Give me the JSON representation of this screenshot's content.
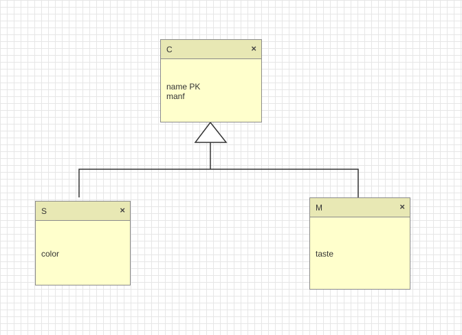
{
  "entities": {
    "c": {
      "name": "C",
      "attributes": [
        "name PK",
        "manf"
      ]
    },
    "s": {
      "name": "S",
      "attributes": [
        "color"
      ]
    },
    "m": {
      "name": "M",
      "attributes": [
        "taste"
      ]
    }
  },
  "icons": {
    "close": "close-icon",
    "close_glyph": "×"
  },
  "colors": {
    "entity_fill": "#ffffcc",
    "header_fill": "#e8e8b4",
    "border": "#8a8a8a",
    "connector": "#333333"
  }
}
